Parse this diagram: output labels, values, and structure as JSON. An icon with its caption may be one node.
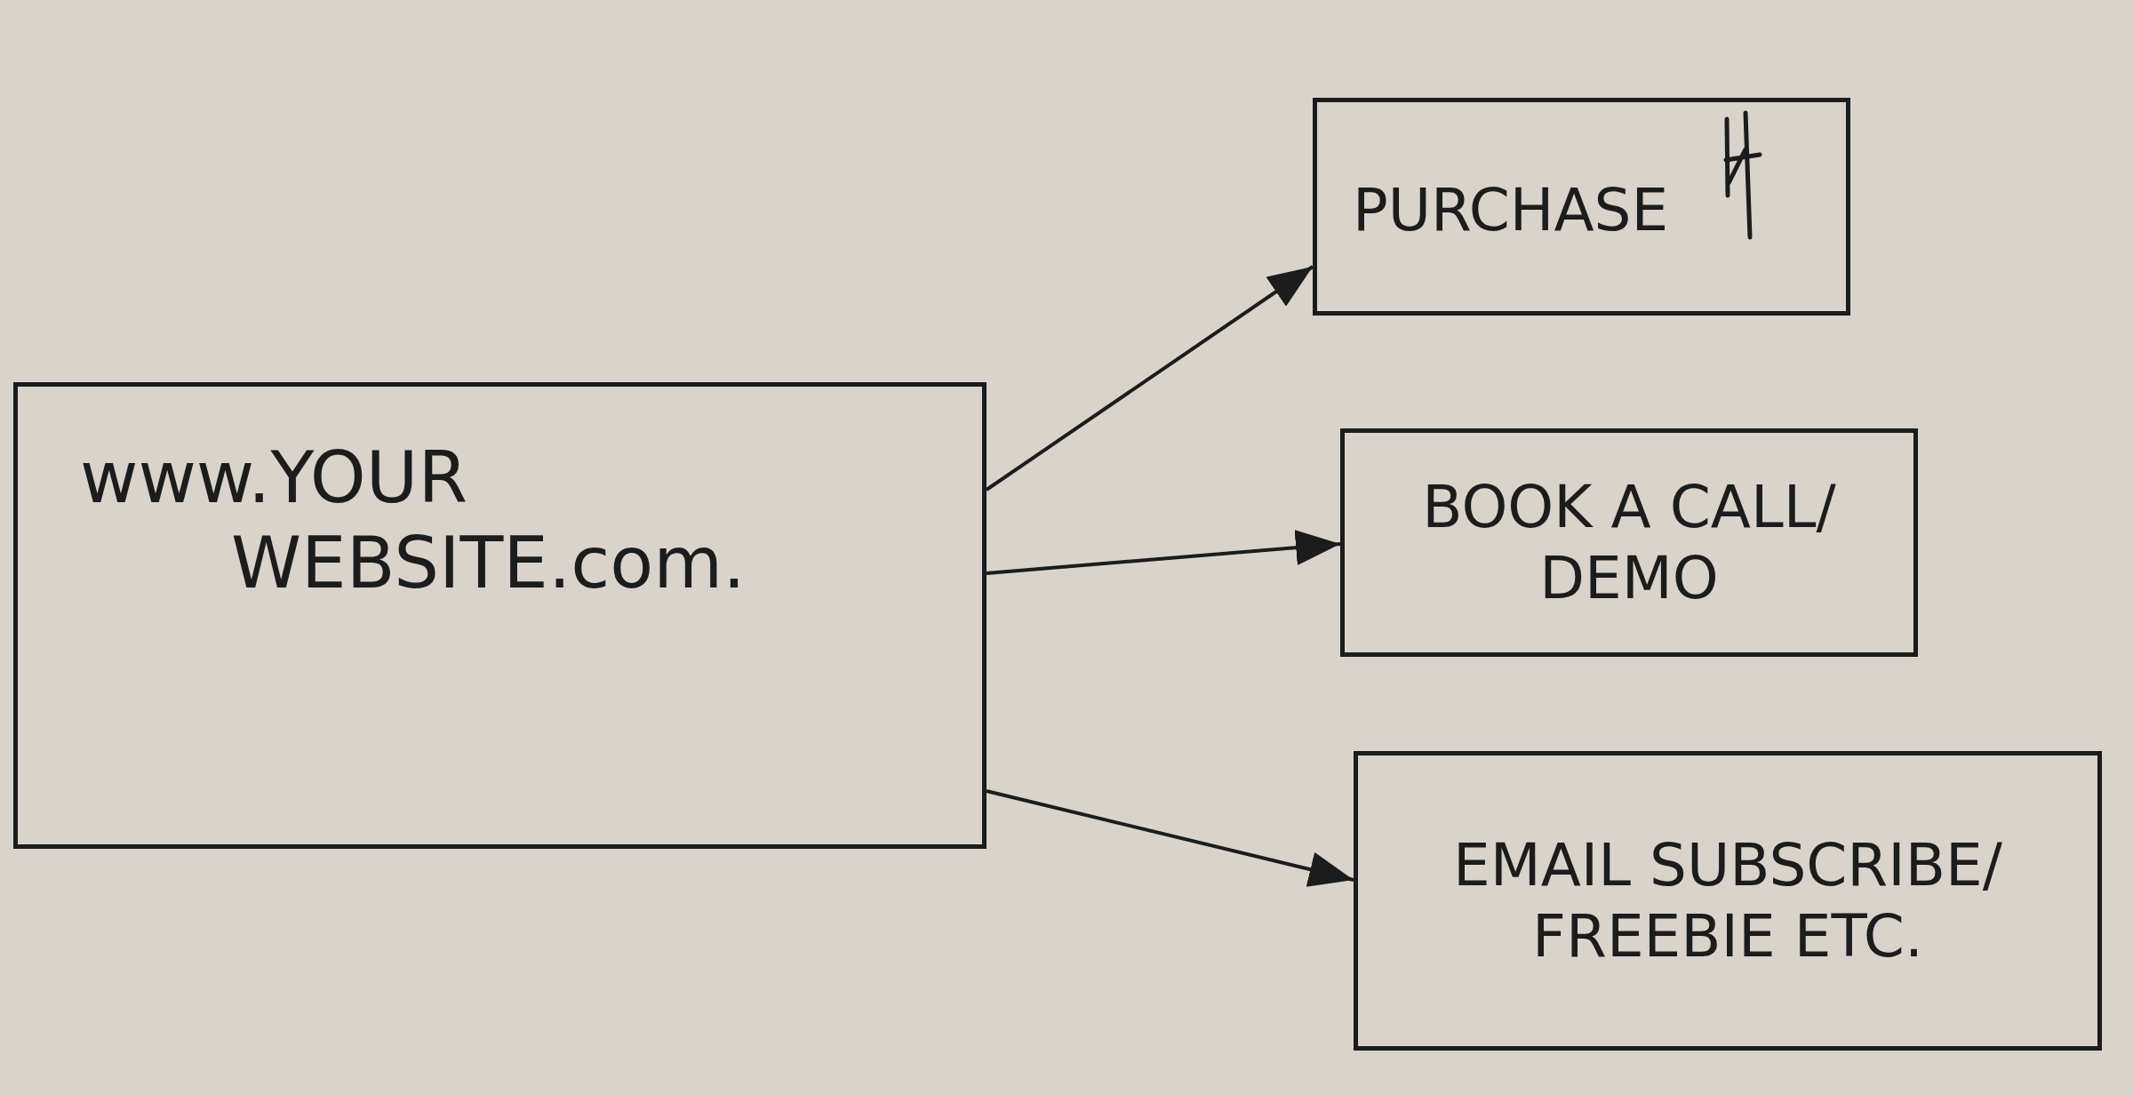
{
  "diagram": {
    "nodes": [
      {
        "text": [
          "www.YOUR WEBSITE.com."
        ]
      },
      {
        "text": [
          "PURCHASE"
        ]
      },
      {
        "text": [
          "BOOK A CALL/ DEMO"
        ]
      },
      {
        "text": [
          "EMAIL SUBSCRIBE/ FREEBIE ETC."
        ]
      }
    ],
    "edges": [
      {
        "from": 0,
        "to": 1,
        "arrow": "to"
      },
      {
        "from": 0,
        "to": 2,
        "arrow": "to"
      },
      {
        "from": 0,
        "to": 3,
        "arrow": "to"
      }
    ]
  }
}
